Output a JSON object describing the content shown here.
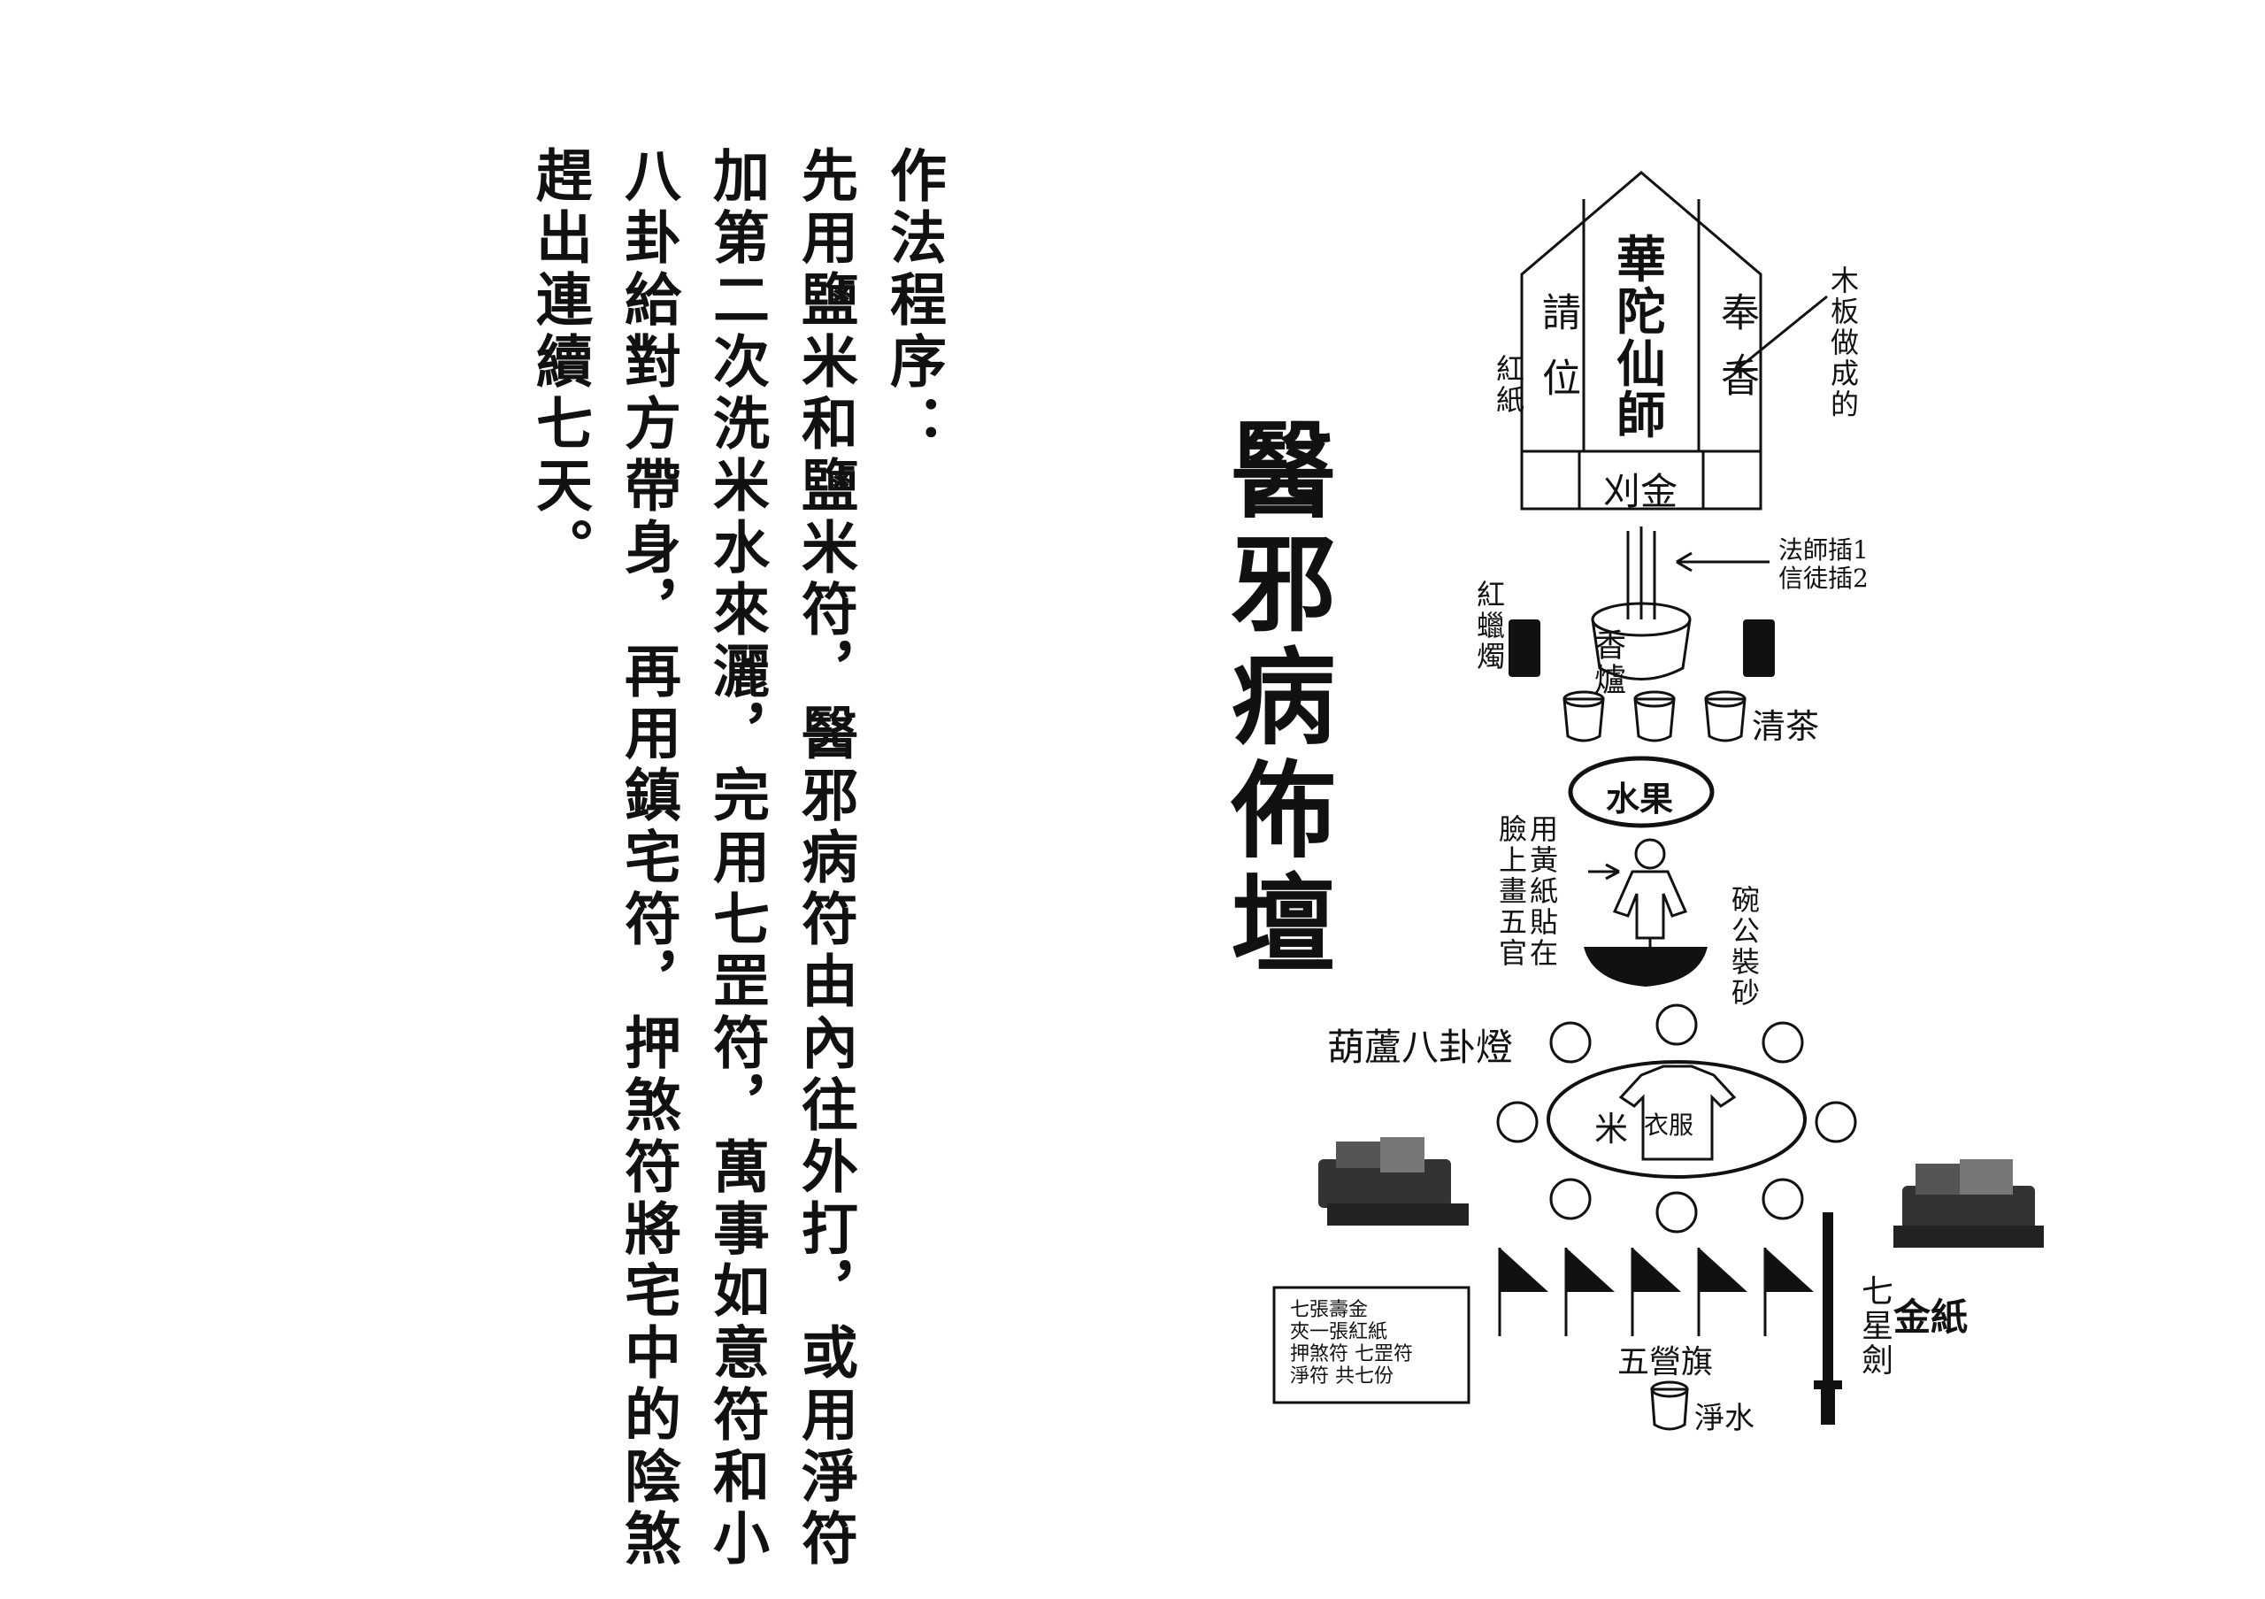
{
  "procedure": {
    "heading": "作法程序：",
    "lines": [
      "先用鹽米和鹽米符，醫邪病符由內往外打，或用淨符",
      "加第二次洗米水來灑，完用七罡符，萬事如意符和小",
      "八卦給對方帶身，再用鎮宅符，押煞符將宅中的陰煞",
      "趕出連續七天。"
    ]
  },
  "diagram": {
    "title": "醫邪病佈壇",
    "shrine": {
      "center_name": "華陀仙師",
      "left_text": "請位",
      "right_text": "奉香",
      "base_text": "刈金",
      "left_note": "紅紙",
      "right_note": "木板做成的"
    },
    "incense_note": [
      "法師插1",
      "信徒插2"
    ],
    "candle_label": "紅蠟燭",
    "censer_label": "香爐",
    "tea_label": "清茶",
    "fruit_label": "水果",
    "doll_note": [
      "用黃紙貼在",
      "臉上畫五官"
    ],
    "bowl_note": "碗公裝砂",
    "lamp_label": "葫蘆八卦燈",
    "rice_label": "米",
    "clothes_label": "衣服",
    "gold_paper_label": "金紙",
    "sword_label": "七星劍",
    "flags_label": "五營旗",
    "water_label": "淨水",
    "box_lines": [
      "七張壽金",
      "夾一張紅紙",
      "押煞符 七罡符",
      "淨符 共七份"
    ]
  }
}
